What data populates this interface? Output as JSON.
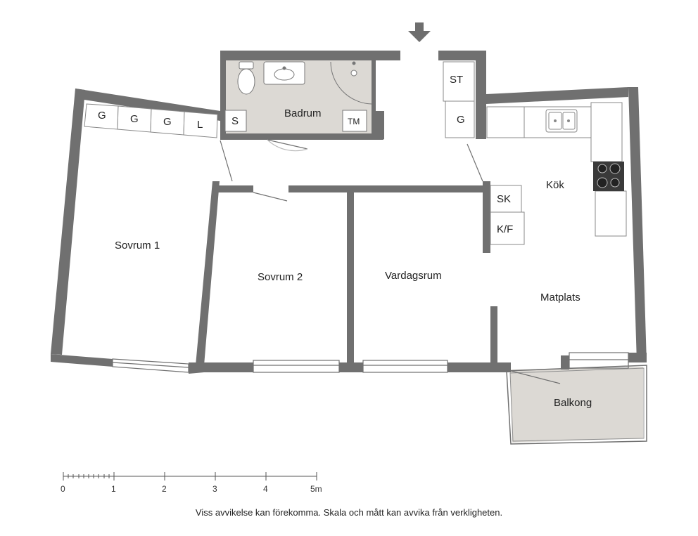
{
  "rooms": {
    "badrum": "Badrum",
    "sovrum1": "Sovrum 1",
    "sovrum2": "Sovrum 2",
    "vardagsrum": "Vardagsrum",
    "kok": "Kök",
    "matplats": "Matplats",
    "balkong": "Balkong"
  },
  "cabinets": {
    "wardrobe_g1": "G",
    "wardrobe_g2": "G",
    "wardrobe_g3": "G",
    "wardrobe_l": "L",
    "bath_s": "S",
    "bath_tm": "TM",
    "hall_st": "ST",
    "hall_g": "G",
    "kitchen_sk": "SK",
    "kitchen_kf": "K/F"
  },
  "scale": {
    "ticks": [
      "0",
      "1",
      "2",
      "3",
      "4",
      "5m"
    ]
  },
  "disclaimer": "Viss avvikelse kan förekomma. Skala och mått kan avvika från verkligheten.",
  "colors": {
    "wall": "#707070",
    "wet_floor": "#dcd9d4",
    "balcony_floor": "#dcd9d4",
    "entrance_arrow": "#6e6e6e"
  },
  "icons": [
    "entrance-arrow-icon",
    "toilet-icon",
    "sink-icon",
    "shower-drain-icon",
    "kitchen-sink-icon",
    "stove-icon"
  ]
}
